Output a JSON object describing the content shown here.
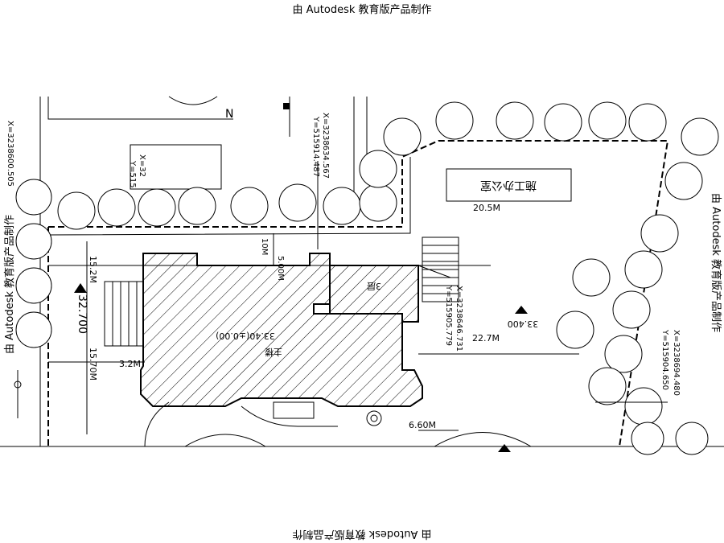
{
  "watermarks": {
    "top": "由 Autodesk 教育版产品制作",
    "bottom": "由 Autodesk 教育版产品制作",
    "left": "由 Autodesk 教育版产品制作",
    "right": "由 Autodesk 教育版产品制作"
  },
  "north_label": "N",
  "buildings": {
    "main": {
      "label": "主楼",
      "elevation": "33.40(±0.00)"
    },
    "annex": {
      "label": "3层"
    },
    "site_office": {
      "label": "施工办公室"
    }
  },
  "dimensions": {
    "d_20_5": "20.5M",
    "d_15_2": "15.2M",
    "d_15_7": "15.70M",
    "d_32_700": "32.700",
    "d_3_2": "3.2M",
    "d_22_7": "22.7M",
    "d_6_6": "6.60M",
    "d_10": "10M",
    "d_5": "5.00M",
    "elev_33_4": "33.400"
  },
  "coordinates": {
    "c_left": "X=3238600.505",
    "c_top": "X=3238634.567",
    "c_top_y": "Y=515914.487",
    "c_mid_x": "X=3238646.731",
    "c_mid_y": "Y=515905.779",
    "c_right_x": "X=3238694.480",
    "c_right_y": "Y=515904.650",
    "c_small": "X=32",
    "c_small_y": "Y=515"
  }
}
